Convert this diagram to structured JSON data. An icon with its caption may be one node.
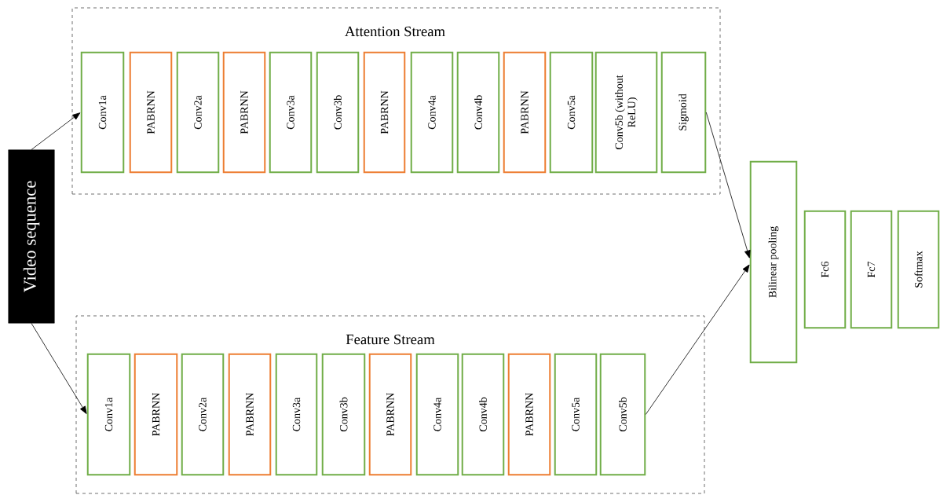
{
  "diagram": {
    "nodes": [
      {
        "text": [
          "Video sequence"
        ]
      },
      {
        "text": [
          "Attention Stream"
        ]
      },
      {
        "text": [
          "Conv1a"
        ],
        "in": 1
      },
      {
        "text": [
          "PABRNN"
        ],
        "in": 1
      },
      {
        "text": [
          "Conv2a"
        ],
        "in": 1
      },
      {
        "text": [
          "PABRNN"
        ],
        "in": 1
      },
      {
        "text": [
          "Conv3a"
        ],
        "in": 1
      },
      {
        "text": [
          "Conv3b"
        ],
        "in": 1
      },
      {
        "text": [
          "PABRNN"
        ],
        "in": 1
      },
      {
        "text": [
          "Conv4a"
        ],
        "in": 1
      },
      {
        "text": [
          "Conv4b"
        ],
        "in": 1
      },
      {
        "text": [
          "PABRNN"
        ],
        "in": 1
      },
      {
        "text": [
          "Conv5a"
        ],
        "in": 1
      },
      {
        "text": [
          "Conv5b (without ReLU)"
        ],
        "in": 1
      },
      {
        "text": [
          "Sigmoid"
        ],
        "in": 1
      },
      {
        "text": [
          "Feature Stream"
        ]
      },
      {
        "text": [
          "Conv1a"
        ],
        "in": 15
      },
      {
        "text": [
          "PABRNN"
        ],
        "in": 15
      },
      {
        "text": [
          "Conv2a"
        ],
        "in": 15
      },
      {
        "text": [
          "PABRNN"
        ],
        "in": 15
      },
      {
        "text": [
          "Conv3a"
        ],
        "in": 15
      },
      {
        "text": [
          "Conv3b"
        ],
        "in": 15
      },
      {
        "text": [
          "PABRNN"
        ],
        "in": 15
      },
      {
        "text": [
          "Conv4a"
        ],
        "in": 15
      },
      {
        "text": [
          "Conv4b"
        ],
        "in": 15
      },
      {
        "text": [
          "PABRNN"
        ],
        "in": 15
      },
      {
        "text": [
          "Conv5a"
        ],
        "in": 15
      },
      {
        "text": [
          "Conv5b"
        ],
        "in": 15
      },
      {
        "text": [
          "Bilinear pooling"
        ]
      },
      {
        "text": [
          "Fc6"
        ]
      },
      {
        "text": [
          "Fc7"
        ]
      },
      {
        "text": [
          "Softmax"
        ]
      }
    ],
    "edges": [
      {
        "from": 0,
        "to": 2,
        "arrow": "to"
      },
      {
        "from": 0,
        "to": 16,
        "arrow": "to"
      },
      {
        "from": 14,
        "to": 28,
        "arrow": "to"
      },
      {
        "from": 27,
        "to": 28,
        "arrow": "to"
      }
    ]
  }
}
